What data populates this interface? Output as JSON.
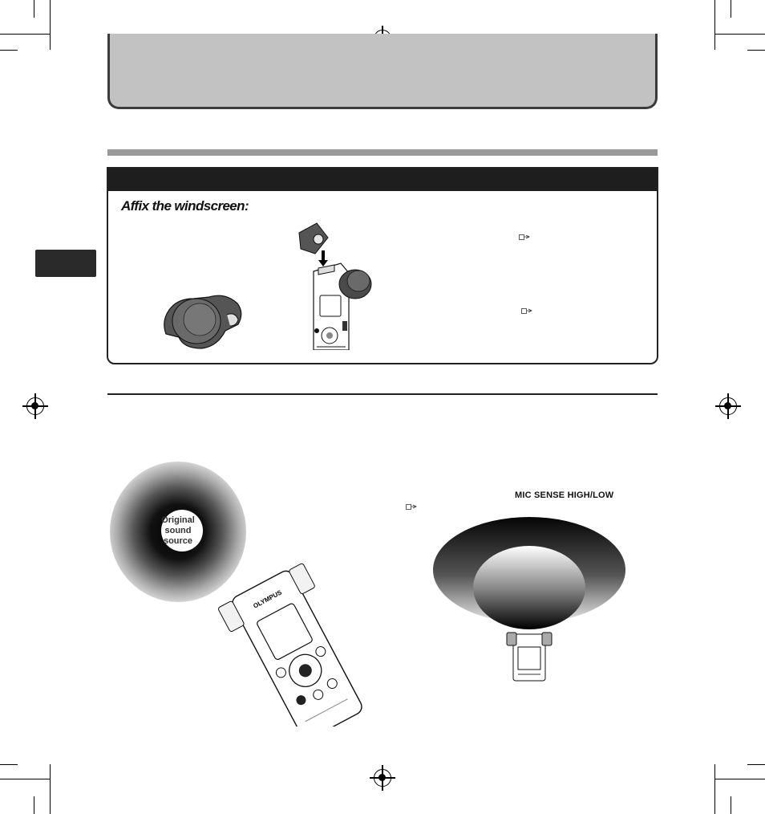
{
  "panel": {
    "heading": "Affix the windscreen:"
  },
  "illustration": {
    "source_label_line1": "Original",
    "source_label_line2": "sound",
    "source_label_line3": "source",
    "device_brand": "OLYMPUS"
  },
  "mic_sense": {
    "label": "MIC SENSE HIGH/LOW"
  },
  "icons": {
    "reference": "reference-page-icon",
    "registration": "registration-mark-icon"
  },
  "colors": {
    "header_gray": "#c2c2c2",
    "rule_gray": "#999999",
    "panel_bar": "#1e1e1e"
  }
}
